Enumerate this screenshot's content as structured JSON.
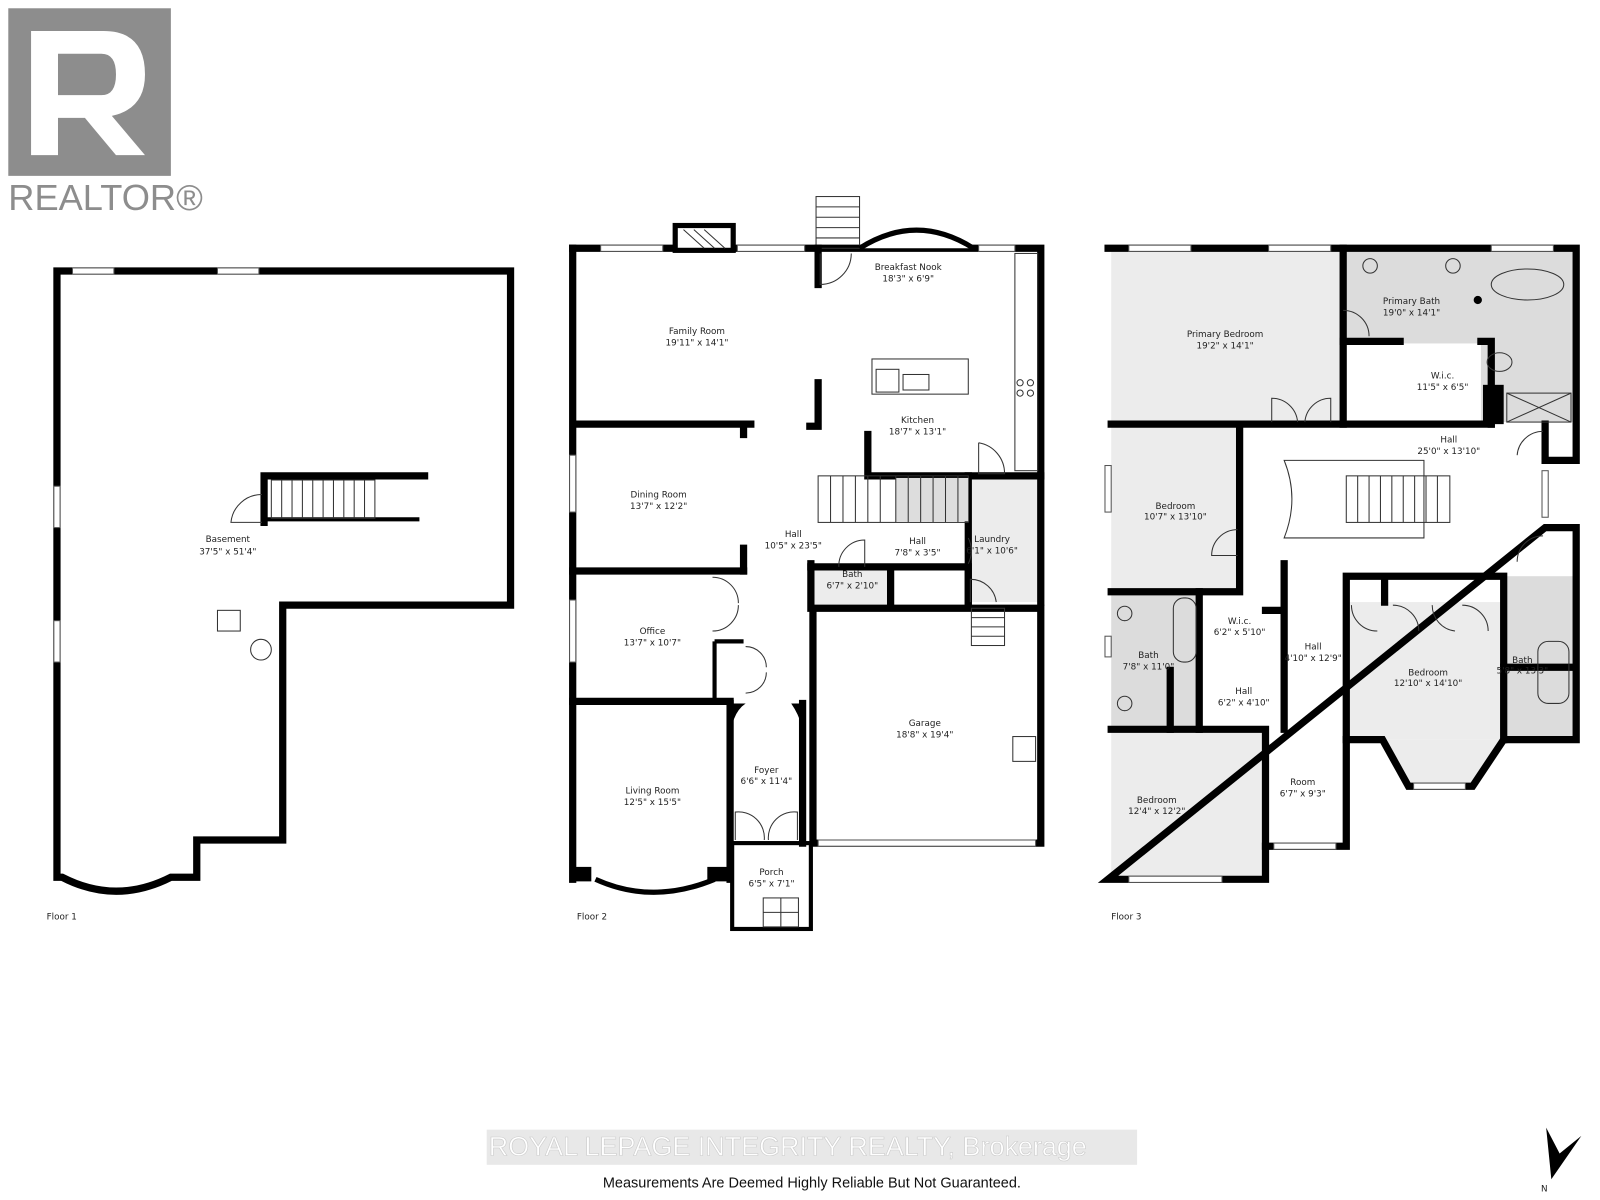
{
  "logo": {
    "text": "REALTOR®",
    "color": "#8d8d8d"
  },
  "floors": [
    {
      "label": "Floor 1",
      "rooms": [
        {
          "name": "Basement",
          "dims": "37'5\" x 51'4\""
        }
      ]
    },
    {
      "label": "Floor 2",
      "rooms": [
        {
          "name": "Family Room",
          "dims": "19'11\" x 14'1\""
        },
        {
          "name": "Breakfast Nook",
          "dims": "18'3\" x 6'9\""
        },
        {
          "name": "Kitchen",
          "dims": "18'7\" x 13'1\""
        },
        {
          "name": "Dining Room",
          "dims": "13'7\" x 12'2\""
        },
        {
          "name": "Hall",
          "dims": "10'5\" x 23'5\""
        },
        {
          "name": "Hall",
          "dims": "7'8\" x 3'5\""
        },
        {
          "name": "Laundry",
          "dims": "6'1\" x 10'6\""
        },
        {
          "name": "Bath",
          "dims": "6'7\" x 2'10\""
        },
        {
          "name": "Office",
          "dims": "13'7\" x 10'7\""
        },
        {
          "name": "Garage",
          "dims": "18'8\" x 19'4\""
        },
        {
          "name": "Foyer",
          "dims": "6'6\" x 11'4\""
        },
        {
          "name": "Living Room",
          "dims": "12'5\" x 15'5\""
        },
        {
          "name": "Porch",
          "dims": "6'5\" x 7'1\""
        }
      ]
    },
    {
      "label": "Floor 3",
      "rooms": [
        {
          "name": "Primary Bedroom",
          "dims": "19'2\" x 14'1\""
        },
        {
          "name": "Primary Bath",
          "dims": "19'0\" x 14'1\""
        },
        {
          "name": "W.i.c.",
          "dims": "11'5\" x 6'5\""
        },
        {
          "name": "Hall",
          "dims": "25'0\" x 13'10\""
        },
        {
          "name": "Bedroom",
          "dims": "10'7\" x 13'10\""
        },
        {
          "name": "W.i.c.",
          "dims": "6'2\" x 5'10\""
        },
        {
          "name": "Hall",
          "dims": "4'10\" x 12'9\""
        },
        {
          "name": "Bath",
          "dims": "7'8\" x 11'0\""
        },
        {
          "name": "Bedroom",
          "dims": "12'10\" x 14'10\""
        },
        {
          "name": "Bath",
          "dims": "5'8\" x 13'3\""
        },
        {
          "name": "Hall",
          "dims": "6'2\" x 4'10\""
        },
        {
          "name": "Bedroom",
          "dims": "12'4\" x 12'2\""
        },
        {
          "name": "Room",
          "dims": "6'7\" x 9'3\""
        }
      ]
    }
  ],
  "watermark": "ROYAL LEPAGE INTEGRITY REALTY, Brokerage",
  "disclaimer": "Measurements Are Deemed Highly Reliable But Not Guaranteed.",
  "compass": {
    "label": "N",
    "icon": "north-arrow-icon"
  }
}
